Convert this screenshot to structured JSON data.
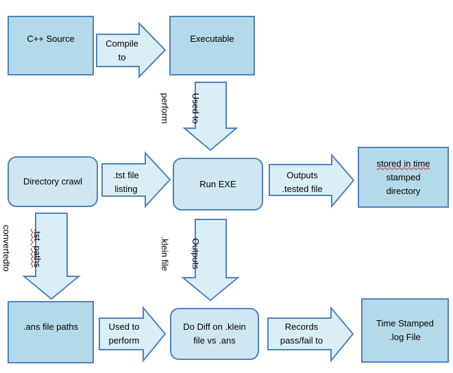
{
  "nodes": {
    "cpp_source": "C++ Source",
    "executable": "Executable",
    "directory_crawl": "Directory crawl",
    "run_exe": "Run EXE",
    "stored_line1": "stored in time",
    "stored_line2": "stamped",
    "stored_line3": "directory",
    "ans_paths": ".ans file paths",
    "diff_line1": "Do Diff on .klein",
    "diff_line2": "file vs .ans",
    "log_line1": "Time Stamped",
    "log_line2": ".log  File"
  },
  "arrows": {
    "compile_line1": "Compile",
    "compile_line2": "to",
    "used_perform_line1": "Used to",
    "used_perform_line2": "perform",
    "tst_line1": ".tst file",
    "tst_line2": "listing",
    "outputs_tested_line1": "Outputs",
    "outputs_tested_line2": ".tested file",
    "tst_paths_line1": ".tst  paths",
    "tst_paths_line2": "convertedto",
    "outputs_klein_line1": "Outputs",
    "outputs_klein_line2": ".klein file",
    "used_to2_line1": "Used to",
    "used_to2_line2": "perform",
    "records_line1": "Records",
    "records_line2": "pass/fail to"
  },
  "colors": {
    "box_fill": "#b4d9e8",
    "rounded_fill": "#cfe7f1",
    "arrow_fill": "#daeef6",
    "border": "#4f81bd"
  }
}
